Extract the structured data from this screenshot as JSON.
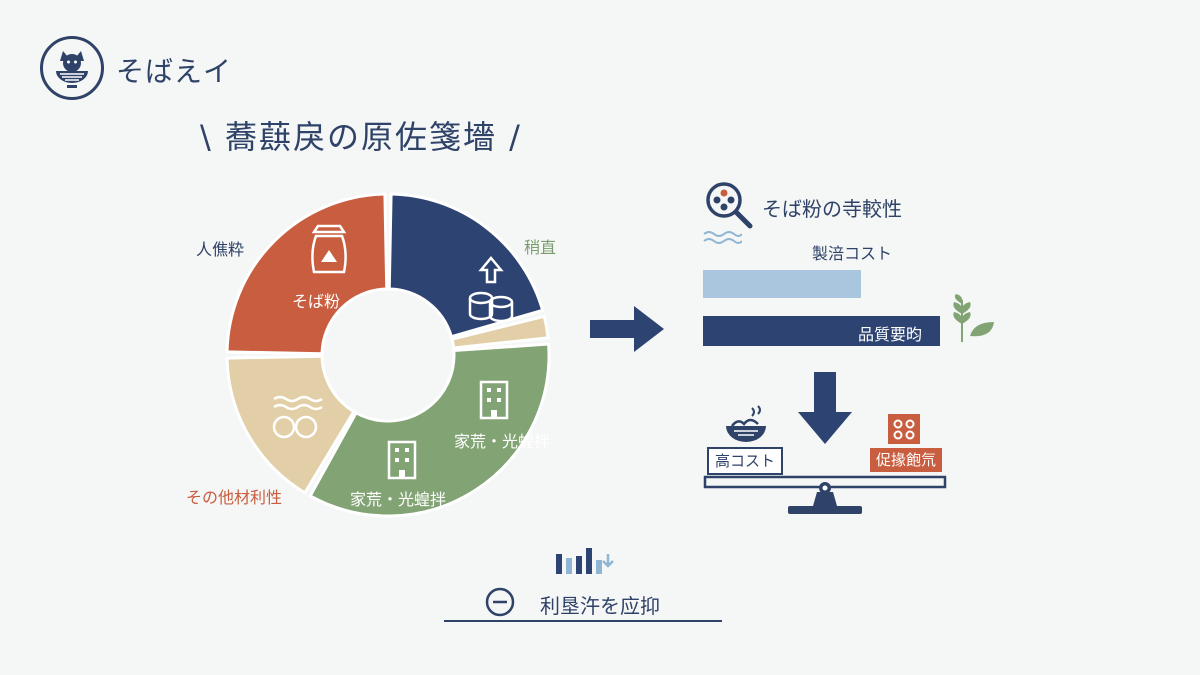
{
  "brand": {
    "name": "そばえイ"
  },
  "title": {
    "text": "\\ 蕎蕻戾の原佐箋墻 /"
  },
  "donut": {
    "segments": [
      {
        "id": "navy",
        "label": "人僬粋",
        "inner_label": "そば粉",
        "color": "#2d4372",
        "start": 0,
        "end": 75
      },
      {
        "id": "beige-small",
        "label": "",
        "inner_label": "",
        "color": "#e3cfa7",
        "start": 75,
        "end": 85
      },
      {
        "id": "green",
        "label": "稍直",
        "inner_label": "家荒・光蝗拌",
        "color": "#82a374",
        "start": 85,
        "end": 210
      },
      {
        "id": "beige",
        "label": "",
        "inner_label": "家荒・光蝗拌",
        "color": "#e3cfa7",
        "start": 210,
        "end": 270
      },
      {
        "id": "orange",
        "label": "その他材利性",
        "inner_label": "",
        "color": "#c85d3f",
        "start": 270,
        "end": 360
      }
    ]
  },
  "comparison": {
    "title": "そば粉の寺較性",
    "bar_light_label": "製涪コスト",
    "bar_dark_label": "品質要昀",
    "tag_left": "高コスト",
    "tag_right": "促掾飽氘"
  },
  "bottom": {
    "label": "利垦汻を应抑"
  },
  "icons": [
    "cat-bowl-icon",
    "flour-bag-icon",
    "arrow-up-coins-icon",
    "building-icon",
    "waves-ring-icon",
    "magnifier-icon",
    "leaf-icon",
    "noodle-bowl-icon",
    "dots-box-icon",
    "minus-circle-icon",
    "bar-chart-icon",
    "arrow-right-icon",
    "arrow-down-icon",
    "scale-icon"
  ]
}
